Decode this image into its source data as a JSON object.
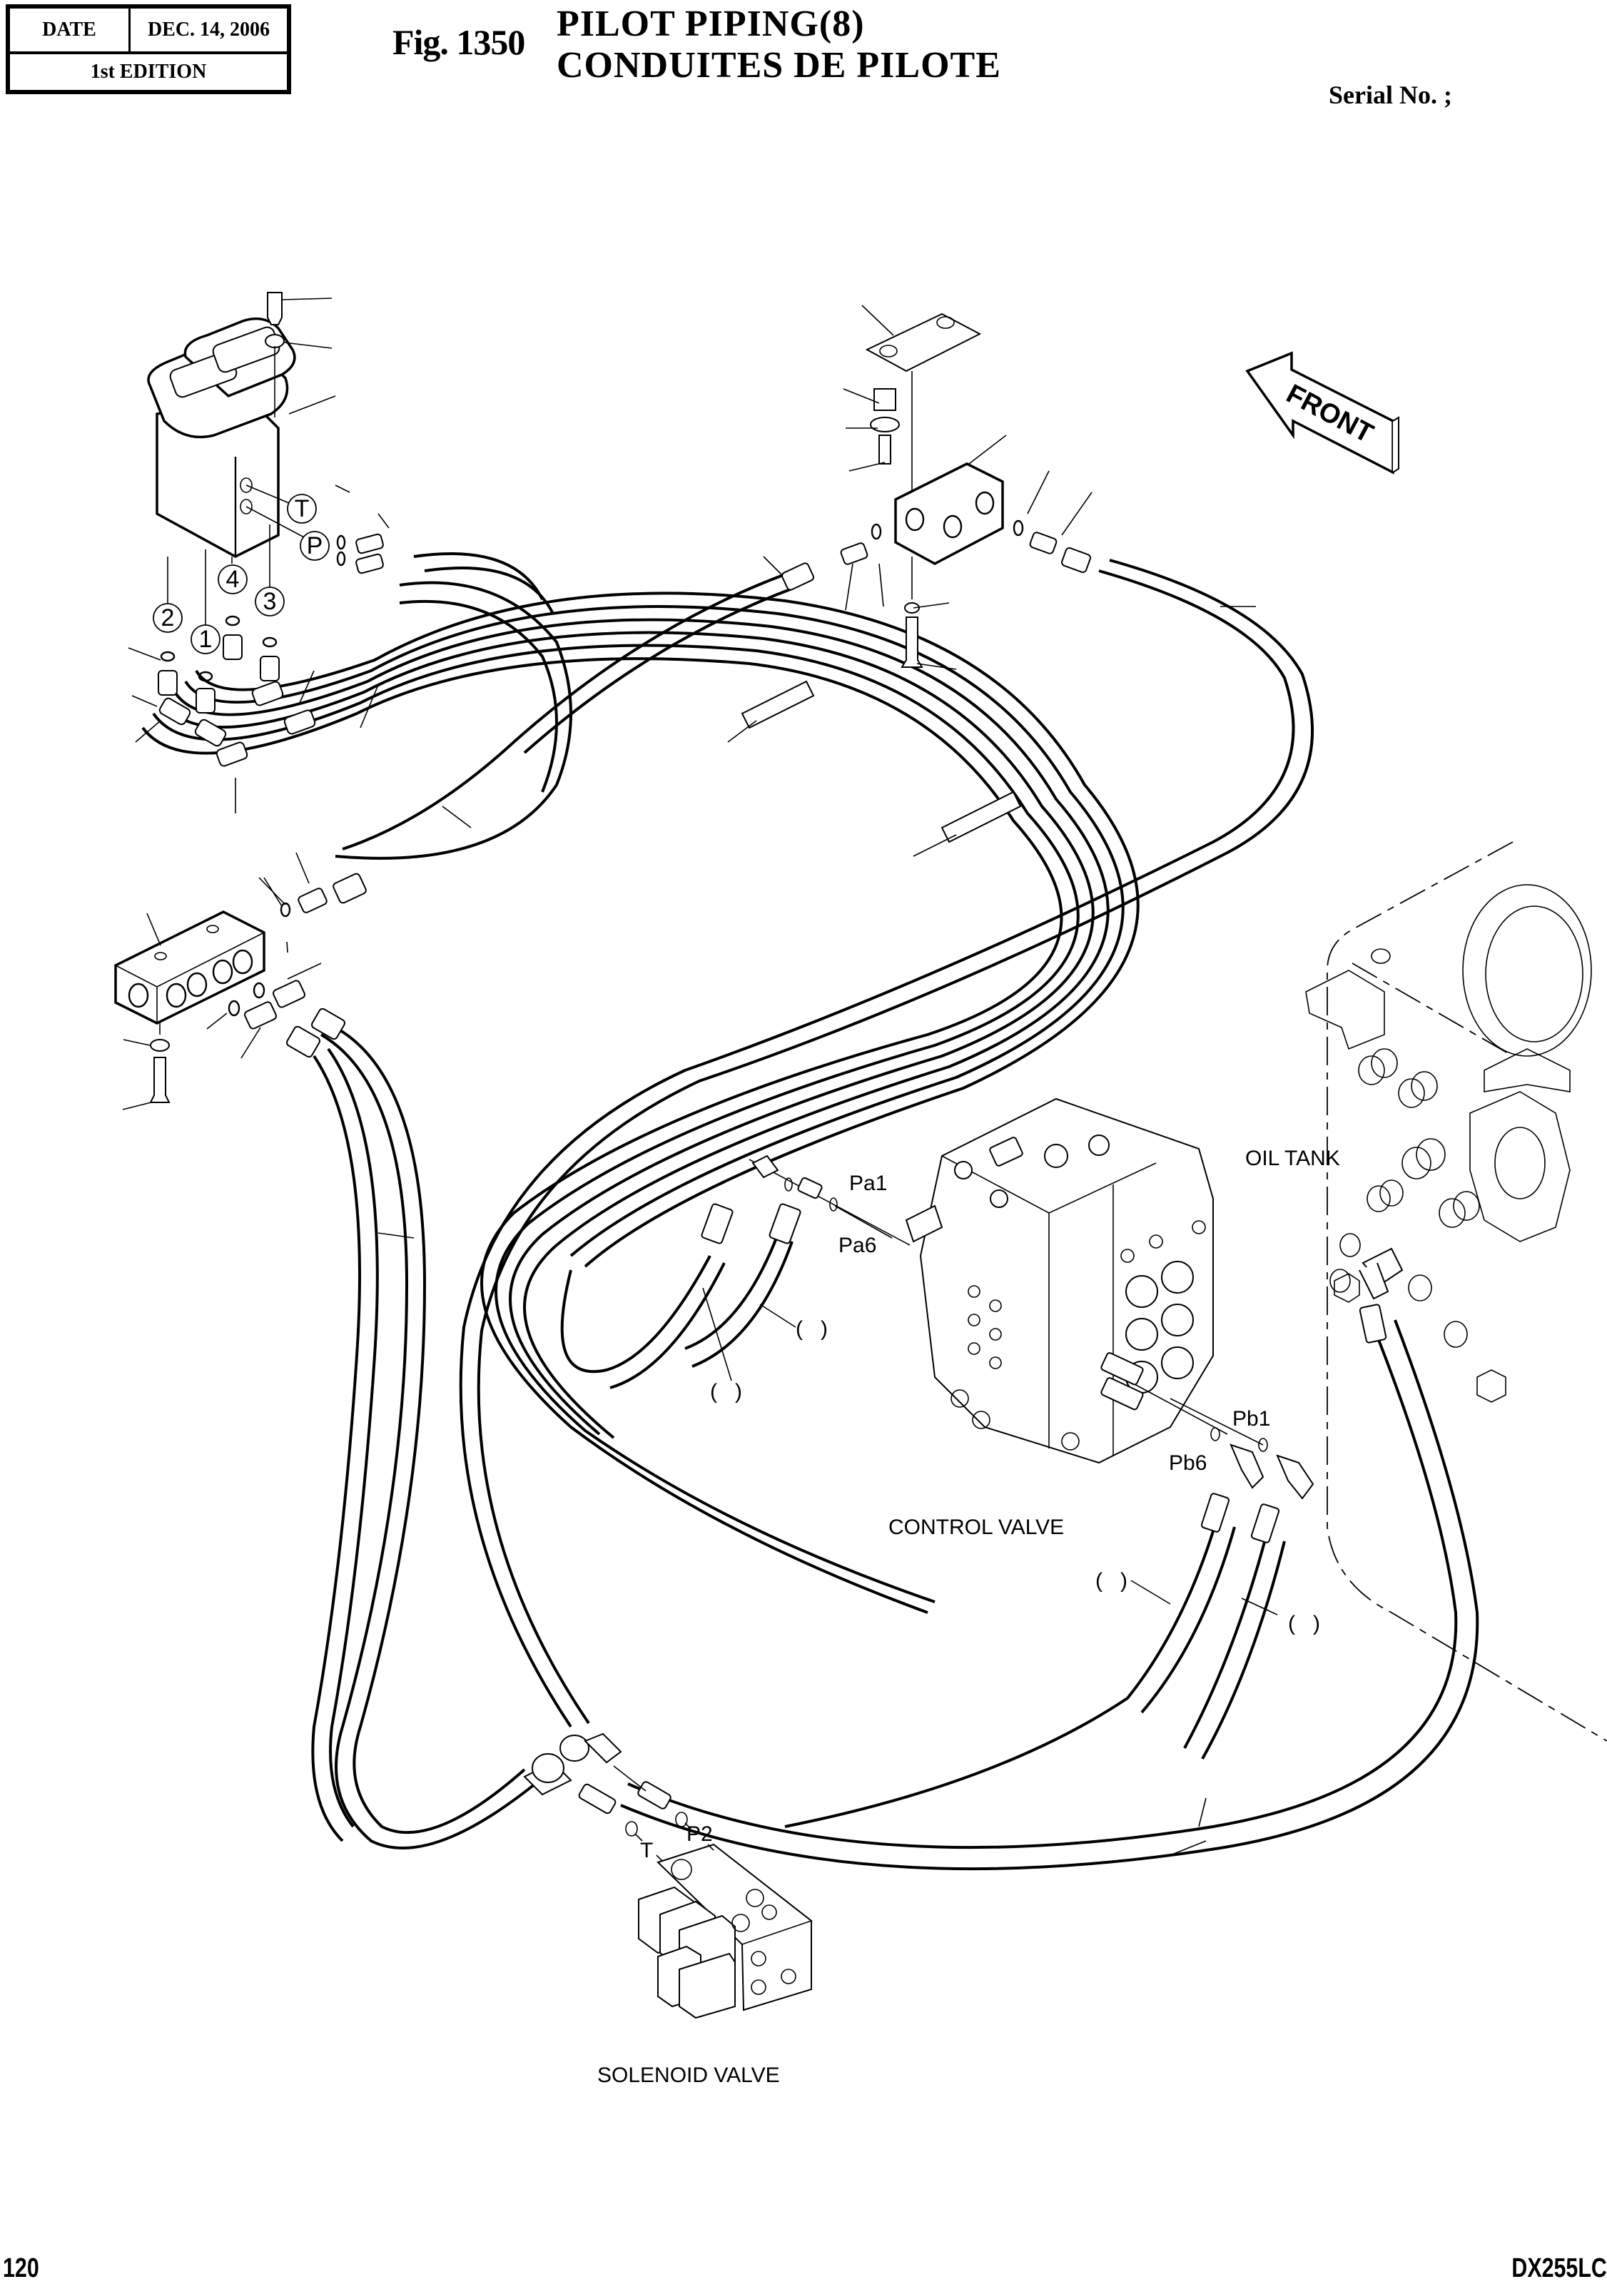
{
  "header": {
    "date_label": "DATE",
    "date_value": "DEC. 14, 2006",
    "edition": "1st EDITION",
    "figure_number": "Fig. 1350",
    "title_en": "PILOT  PIPING(8)",
    "title_fr": "CONDUITES  DE  PILOTE",
    "serial_label": "Serial No. ;"
  },
  "diagram": {
    "direction_arrow": "FRONT",
    "component_labels": {
      "control_valve": "CONTROL VALVE",
      "oil_tank": "OIL TANK",
      "solenoid_valve": "SOLENOID VALVE"
    },
    "port_labels": {
      "pa1": "Pa1",
      "pa6": "Pa6",
      "pb1": "Pb1",
      "pb6": "Pb6",
      "p2": "P2",
      "t": "T"
    },
    "remote_control_ports": {
      "port_t": "T",
      "port_p": "P",
      "port_1": "1",
      "port_2": "2",
      "port_3": "3",
      "port_4": "4"
    },
    "blank_callouts": [
      "(   )",
      "(   )",
      "(   )",
      "(   )"
    ]
  },
  "footer": {
    "page_number": "120",
    "model": "DX255LC"
  }
}
